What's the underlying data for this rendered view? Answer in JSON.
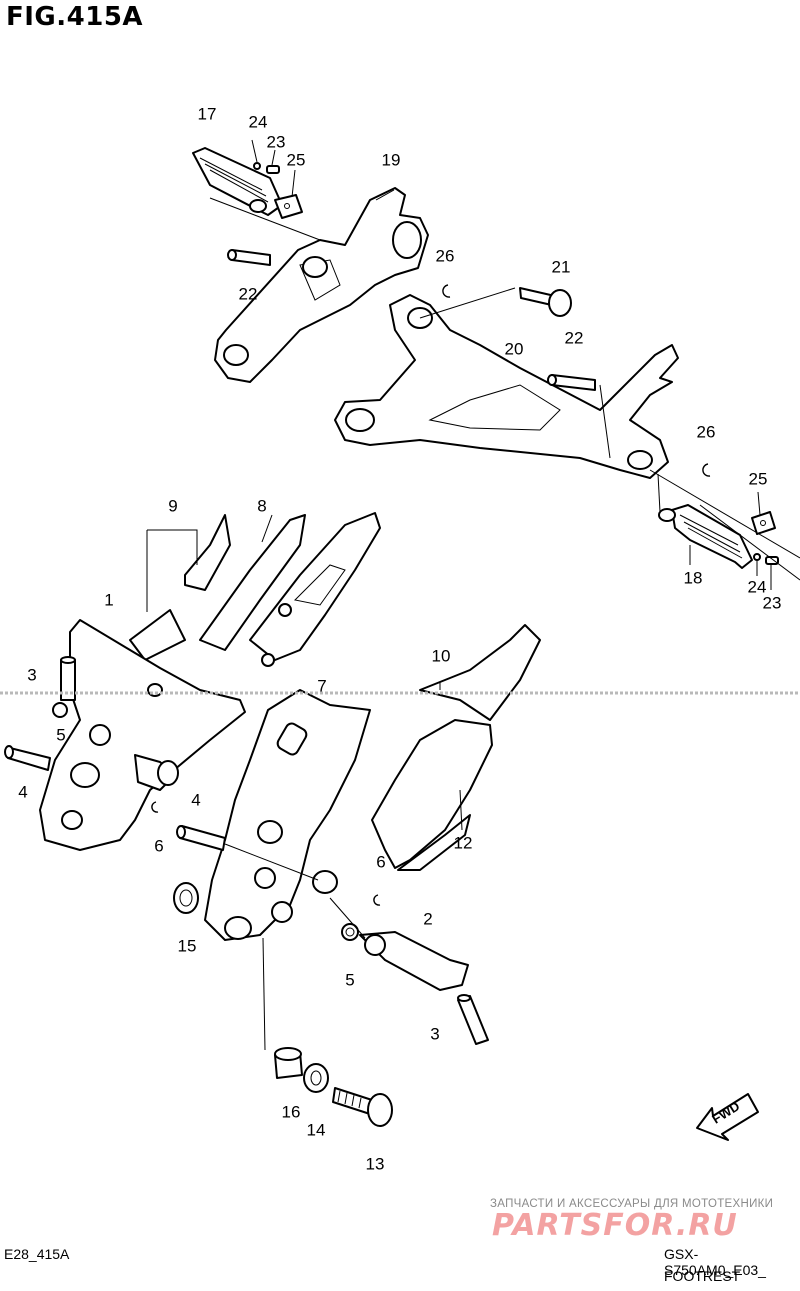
{
  "figure": {
    "title": "FIG.415A",
    "code_left": "E28_415A",
    "model_code": "GSX-S750AM0_E03_",
    "section_name": "FOOTREST",
    "fwd_label": "FWD"
  },
  "watermark": {
    "text": "ЗАПЧАСТИ И АКСЕССУАРЫ ДЛЯ МОТОТЕХНИКИ",
    "logo": "PARTSFOR.RU",
    "logo_color": "#f3a2a2"
  },
  "callouts": [
    {
      "id": "callout-17a",
      "label": "17"
    },
    {
      "id": "callout-24a",
      "label": "24"
    },
    {
      "id": "callout-23a",
      "label": "23"
    },
    {
      "id": "callout-25a",
      "label": "25"
    },
    {
      "id": "callout-19",
      "label": "19"
    },
    {
      "id": "callout-26a",
      "label": "26"
    },
    {
      "id": "callout-22a",
      "label": "22"
    },
    {
      "id": "callout-21",
      "label": "21"
    },
    {
      "id": "callout-22b",
      "label": "22"
    },
    {
      "id": "callout-20",
      "label": "20"
    },
    {
      "id": "callout-26b",
      "label": "26"
    },
    {
      "id": "callout-25b",
      "label": "25"
    },
    {
      "id": "callout-18",
      "label": "18"
    },
    {
      "id": "callout-24b",
      "label": "24"
    },
    {
      "id": "callout-23b",
      "label": "23"
    },
    {
      "id": "callout-9",
      "label": "9"
    },
    {
      "id": "callout-8",
      "label": "8"
    },
    {
      "id": "callout-1",
      "label": "1"
    },
    {
      "id": "callout-3a",
      "label": "3"
    },
    {
      "id": "callout-7",
      "label": "7"
    },
    {
      "id": "callout-10",
      "label": "10"
    },
    {
      "id": "callout-5a",
      "label": "5"
    },
    {
      "id": "callout-4a",
      "label": "4"
    },
    {
      "id": "callout-4b",
      "label": "4"
    },
    {
      "id": "callout-6a",
      "label": "6"
    },
    {
      "id": "callout-12",
      "label": "12"
    },
    {
      "id": "callout-6b",
      "label": "6"
    },
    {
      "id": "callout-2",
      "label": "2"
    },
    {
      "id": "callout-15",
      "label": "15"
    },
    {
      "id": "callout-5b",
      "label": "5"
    },
    {
      "id": "callout-3b",
      "label": "3"
    },
    {
      "id": "callout-16",
      "label": "16"
    },
    {
      "id": "callout-14",
      "label": "14"
    },
    {
      "id": "callout-13",
      "label": "13"
    }
  ]
}
